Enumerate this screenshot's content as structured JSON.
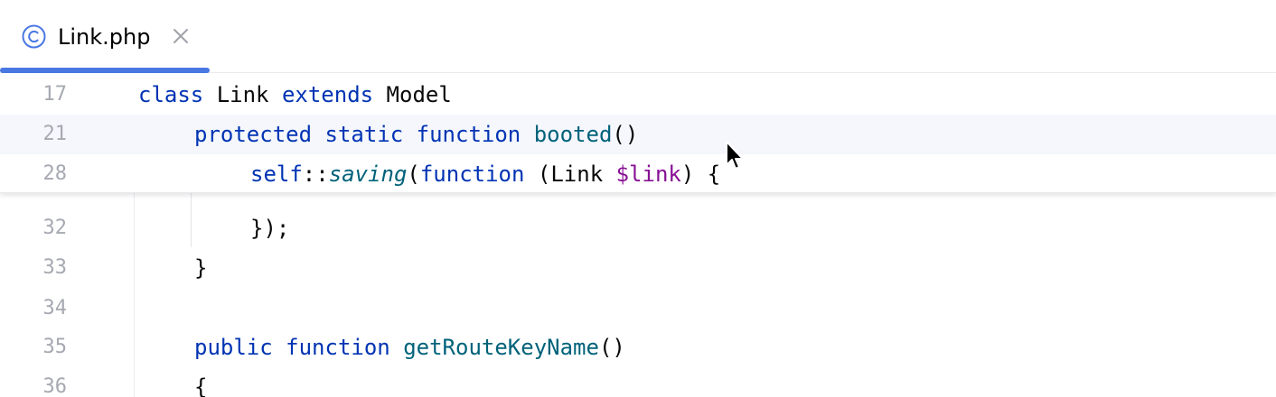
{
  "tab": {
    "filename": "Link.php",
    "icon": "class-c-icon",
    "close_icon": "close-icon",
    "accent": "#4a78e3"
  },
  "sticky_lines": [
    {
      "line": "17",
      "tokens": [
        "class",
        " Link ",
        "extends",
        " Model"
      ]
    },
    {
      "line": "21",
      "tokens": [
        "protected",
        " ",
        "static",
        " ",
        "function",
        " ",
        "booted",
        "()"
      ]
    },
    {
      "line": "28",
      "tokens": [
        "self",
        "::",
        "saving",
        "(",
        "function",
        " (Link ",
        "$link",
        ") {"
      ]
    }
  ],
  "code_lines": [
    {
      "line": "32",
      "text": "});"
    },
    {
      "line": "33",
      "text": "}"
    },
    {
      "line": "34",
      "text": ""
    },
    {
      "line": "35",
      "tokens": [
        "public",
        " ",
        "function",
        " ",
        "getRouteKeyName",
        "()"
      ]
    },
    {
      "line": "36",
      "text": "{"
    }
  ],
  "colors": {
    "keyword": "#0033b3",
    "function": "#00627a",
    "variable": "#871094",
    "gutter": "#a6a9b1",
    "sticky_highlight": "#f5f7fd"
  }
}
